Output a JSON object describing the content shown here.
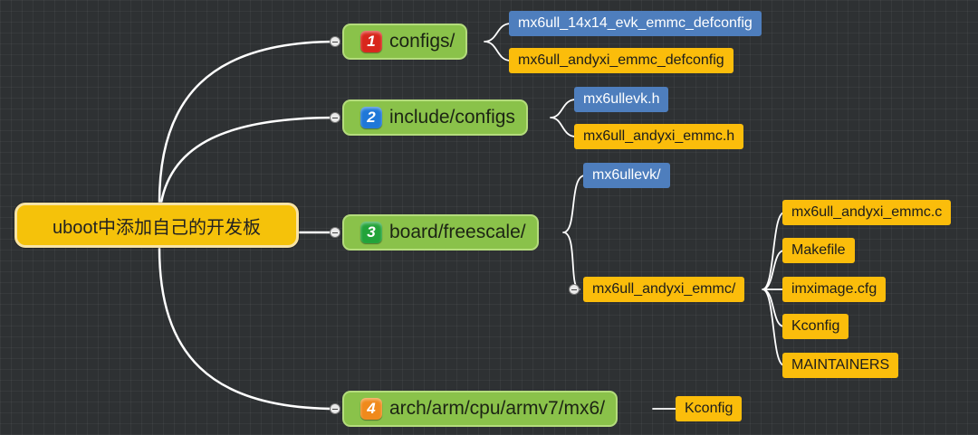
{
  "root": {
    "label": "uboot中添加自己的开发板"
  },
  "branches": [
    {
      "number": "1",
      "badge_color": "#d8261c",
      "label": "configs/",
      "children": [
        {
          "label": "mx6ull_14x14_evk_emmc_defconfig",
          "color": "blue"
        },
        {
          "label": "mx6ull_andyxi_emmc_defconfig",
          "color": "yellow"
        }
      ]
    },
    {
      "number": "2",
      "badge_color": "#1f78d8",
      "label": "include/configs",
      "children": [
        {
          "label": "mx6ullevk.h",
          "color": "blue"
        },
        {
          "label": "mx6ull_andyxi_emmc.h",
          "color": "yellow"
        }
      ]
    },
    {
      "number": "3",
      "badge_color": "#22a33a",
      "label": "board/freescale/",
      "children": [
        {
          "label": "mx6ullevk/",
          "color": "blue"
        },
        {
          "label": "mx6ull_andyxi_emmc/",
          "color": "yellow",
          "children": [
            {
              "label": "mx6ull_andyxi_emmc.c",
              "color": "yellow"
            },
            {
              "label": "Makefile",
              "color": "yellow"
            },
            {
              "label": "imximage.cfg",
              "color": "yellow"
            },
            {
              "label": "Kconfig",
              "color": "yellow"
            },
            {
              "label": "MAINTAINERS",
              "color": "yellow"
            }
          ]
        }
      ]
    },
    {
      "number": "4",
      "badge_color": "#f08a1c",
      "label": "arch/arm/cpu/armv7/mx6/",
      "children": [
        {
          "label": "Kconfig",
          "color": "yellow"
        }
      ]
    }
  ]
}
